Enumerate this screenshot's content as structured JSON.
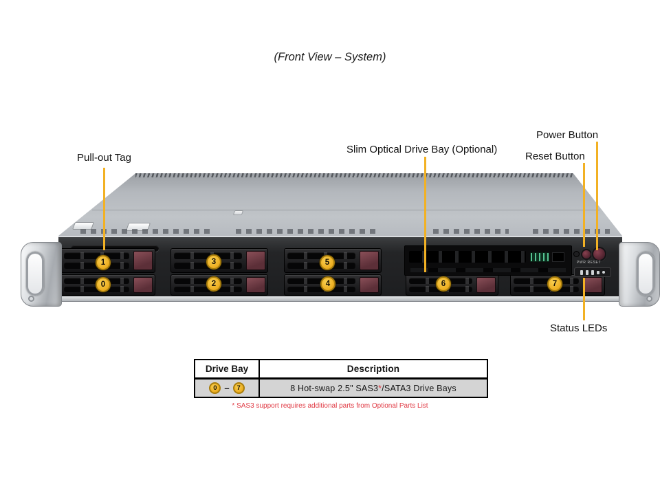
{
  "title": "(Front View – System)",
  "callouts": {
    "pull_out_tag": "Pull-out Tag",
    "slim_optical_drive_bay": "Slim Optical Drive Bay (Optional)",
    "power_button": "Power Button",
    "reset_button": "Reset Button",
    "status_leds": "Status LEDs"
  },
  "chassis": {
    "bays": {
      "b0": "0",
      "b1": "1",
      "b2": "2",
      "b3": "3",
      "b4": "4",
      "b5": "5",
      "b6": "6",
      "b7": "7"
    },
    "control_panel_label": "PWR RESET"
  },
  "table": {
    "headers": [
      "Drive Bay",
      "Description"
    ],
    "row": {
      "bay_start": "0",
      "bay_range_dash": "–",
      "bay_end": "7",
      "desc_part1": "8 Hot-swap 2.5\" SAS3",
      "desc_star": "*",
      "desc_part2": "/SATA3 Drive Bays"
    }
  },
  "footnote": "* SAS3 support requires additional parts from Optional Parts List",
  "colors": {
    "accent": "#F2B124",
    "footnote_red": "#E03A44"
  }
}
